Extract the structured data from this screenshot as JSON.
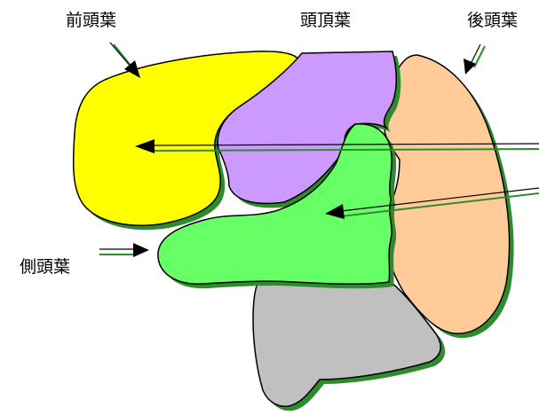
{
  "labels": {
    "frontal": "前頭葉",
    "parietal": "頭頂葉",
    "occipital": "後頭葉",
    "temporal": "側頭葉"
  },
  "colors": {
    "frontal": "#ffff00",
    "parietal": "#cc99ff",
    "occipital": "#ffcc99",
    "temporal": "#66ff66",
    "cerebellum": "#c0c0c0",
    "shadow": "#2e8b2e",
    "outline": "#000000"
  }
}
